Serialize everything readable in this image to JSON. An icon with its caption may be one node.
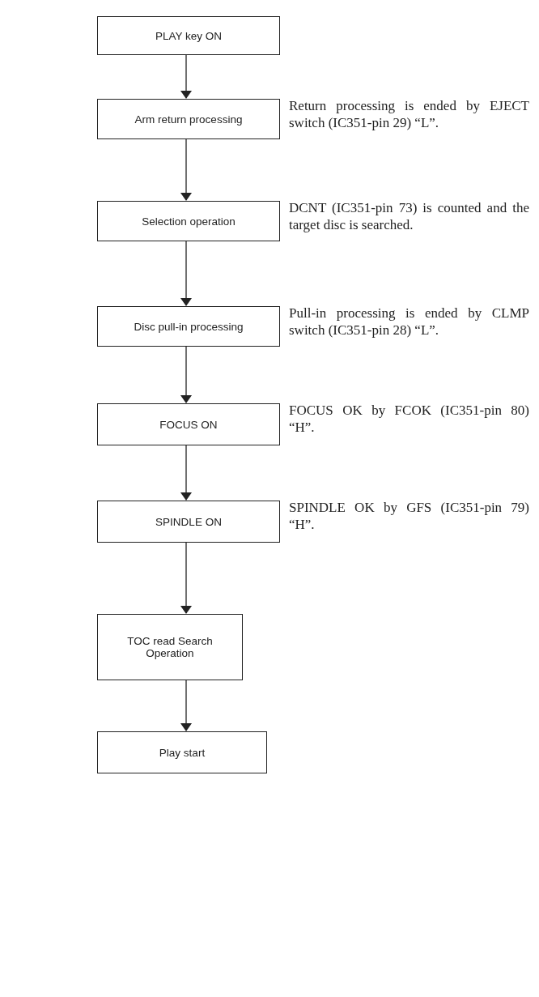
{
  "diagram": {
    "nodes": [
      {
        "text": [
          "PLAY key ON"
        ]
      },
      {
        "text": [
          "Arm return processing"
        ],
        "beside": [
          "Return processing is ended by EJECT switch (IC351-pin 29) “L”."
        ]
      },
      {
        "text": [
          "Selection operation"
        ],
        "beside": [
          "DCNT (IC351-pin 73) is counted and the target disc is searched."
        ]
      },
      {
        "text": [
          "Disc pull-in processing"
        ],
        "beside": [
          "Pull-in processing is ended by CLMP switch (IC351-pin 28) “L”."
        ]
      },
      {
        "text": [
          "FOCUS ON"
        ],
        "beside": [
          "FOCUS OK by FCOK (IC351-pin 80) “H”."
        ]
      },
      {
        "text": [
          "SPINDLE ON"
        ],
        "beside": [
          "SPINDLE OK by GFS (IC351-pin 79) “H”."
        ]
      },
      {
        "text": [
          "TOC read Search Operation"
        ]
      },
      {
        "text": [
          "Play start"
        ]
      }
    ],
    "edges": [
      {
        "from": 0,
        "to": 1,
        "arrow": "to"
      },
      {
        "from": 1,
        "to": 2,
        "arrow": "to"
      },
      {
        "from": 2,
        "to": 3,
        "arrow": "to"
      },
      {
        "from": 3,
        "to": 4,
        "arrow": "to"
      },
      {
        "from": 4,
        "to": 5,
        "arrow": "to"
      },
      {
        "from": 5,
        "to": 6,
        "arrow": "to"
      },
      {
        "from": 6,
        "to": 7,
        "arrow": "to"
      }
    ]
  }
}
